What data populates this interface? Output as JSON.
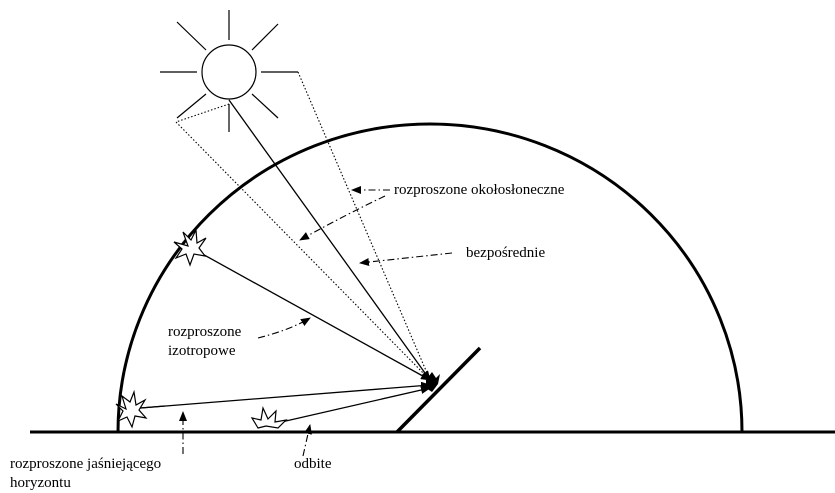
{
  "labels": {
    "circumsolar": "rozproszone okołosłoneczne",
    "direct": "bezpośrednie",
    "isotropic_line1": "rozproszone",
    "isotropic_line2": "izotropowe",
    "horizon_line1": "rozproszone jaśniejącego",
    "horizon_line2": "horyzontu",
    "reflected": "odbite"
  },
  "icons": [
    "sun-icon",
    "diffuse-star-icon"
  ],
  "colors": {
    "line": "#000000",
    "background": "#ffffff"
  }
}
